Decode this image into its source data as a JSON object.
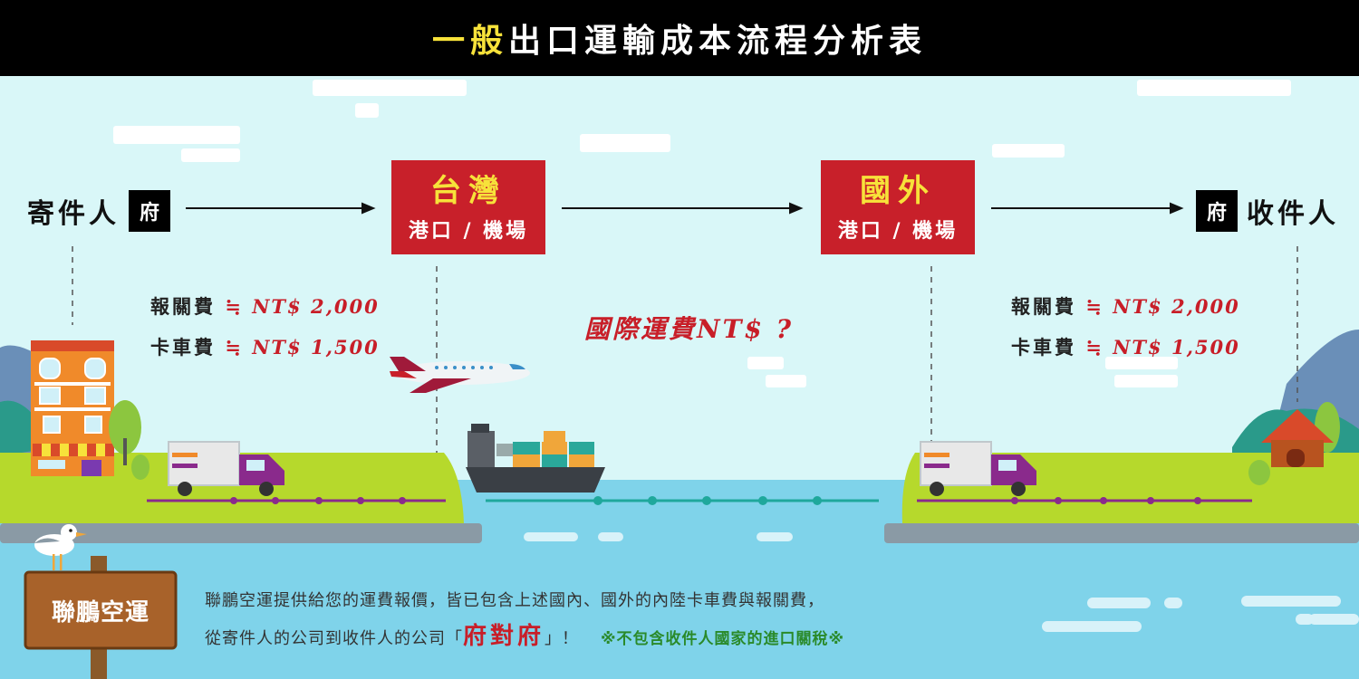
{
  "title": {
    "prefix": "一般",
    "rest": "出口運輸成本流程分析表"
  },
  "sender": {
    "label": "寄件人",
    "badge": "府"
  },
  "receiver": {
    "label": "收件人",
    "badge": "府"
  },
  "origin": {
    "title": "台灣",
    "subtitle": "港口 / 機場"
  },
  "destination": {
    "title": "國外",
    "subtitle": "港口 / 機場"
  },
  "fees_origin": [
    {
      "label": "報關費",
      "approx": "≒",
      "amount": "NT$ 2,000"
    },
    {
      "label": "卡車費",
      "approx": "≒",
      "amount": "NT$ 1,500"
    }
  ],
  "fees_destination": [
    {
      "label": "報關費",
      "approx": "≒",
      "amount": "NT$ 2,000"
    },
    {
      "label": "卡車費",
      "approx": "≒",
      "amount": "NT$ 1,500"
    }
  ],
  "international_freight": "國際運費NT$ ?",
  "sign": {
    "text": "聯鵬空運"
  },
  "note": {
    "line1": "聯鵬空運提供給您的運費報價，皆已包含上述國內、國外的內陸卡車費與報關費，",
    "line2_prefix": "從寄件人的公司到收件人的公司「",
    "door_to_door": "府對府",
    "line2_suffix": "」！",
    "exclusion": "※不包含收件人國家的進口關稅※"
  },
  "colors": {
    "accent_red": "#c8202a",
    "highlight_yellow": "#f7e23a",
    "sky": "#d9f7f8",
    "water": "#7fd3ea",
    "land": "#b6d92c",
    "truck": "#8a2a8c"
  }
}
